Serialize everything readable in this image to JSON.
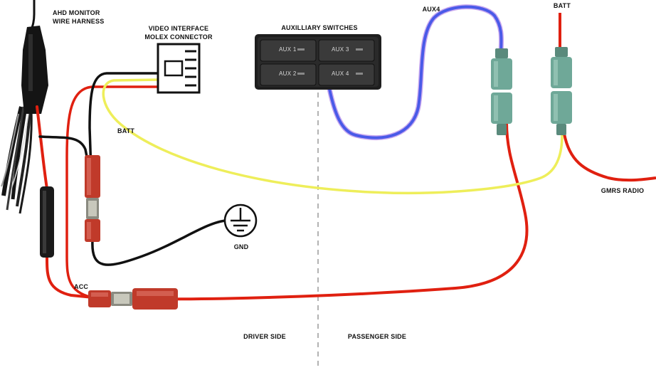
{
  "labels": {
    "harness_line1": "AHD MONITOR",
    "harness_line2": "WIRE HARNESS",
    "molex_line1": "VIDEO INTERFACE",
    "molex_line2": "MOLEX CONNECTOR",
    "aux_switches": "AUXILLIARY SWITCHES",
    "aux4_wire": "AUX4",
    "batt_right": "BATT",
    "batt_left": "BATT",
    "gmrs": "GMRS RADIO",
    "gnd": "GND",
    "acc": "ACC",
    "driver_side": "DRIVER SIDE",
    "passenger_side": "PASSENGER SIDE"
  },
  "switches": [
    "AUX 1",
    "AUX 3",
    "AUX 2",
    "AUX 4"
  ],
  "colors": {
    "red_wire": "#e02010",
    "yellow_wire": "#eeee5a",
    "black_wire": "#111111",
    "blue_wire": "#4a5ae8",
    "fuse_holder": "#6fa898",
    "butt_connector": "#c03a2a",
    "switch_panel": "#1e1e1e"
  }
}
